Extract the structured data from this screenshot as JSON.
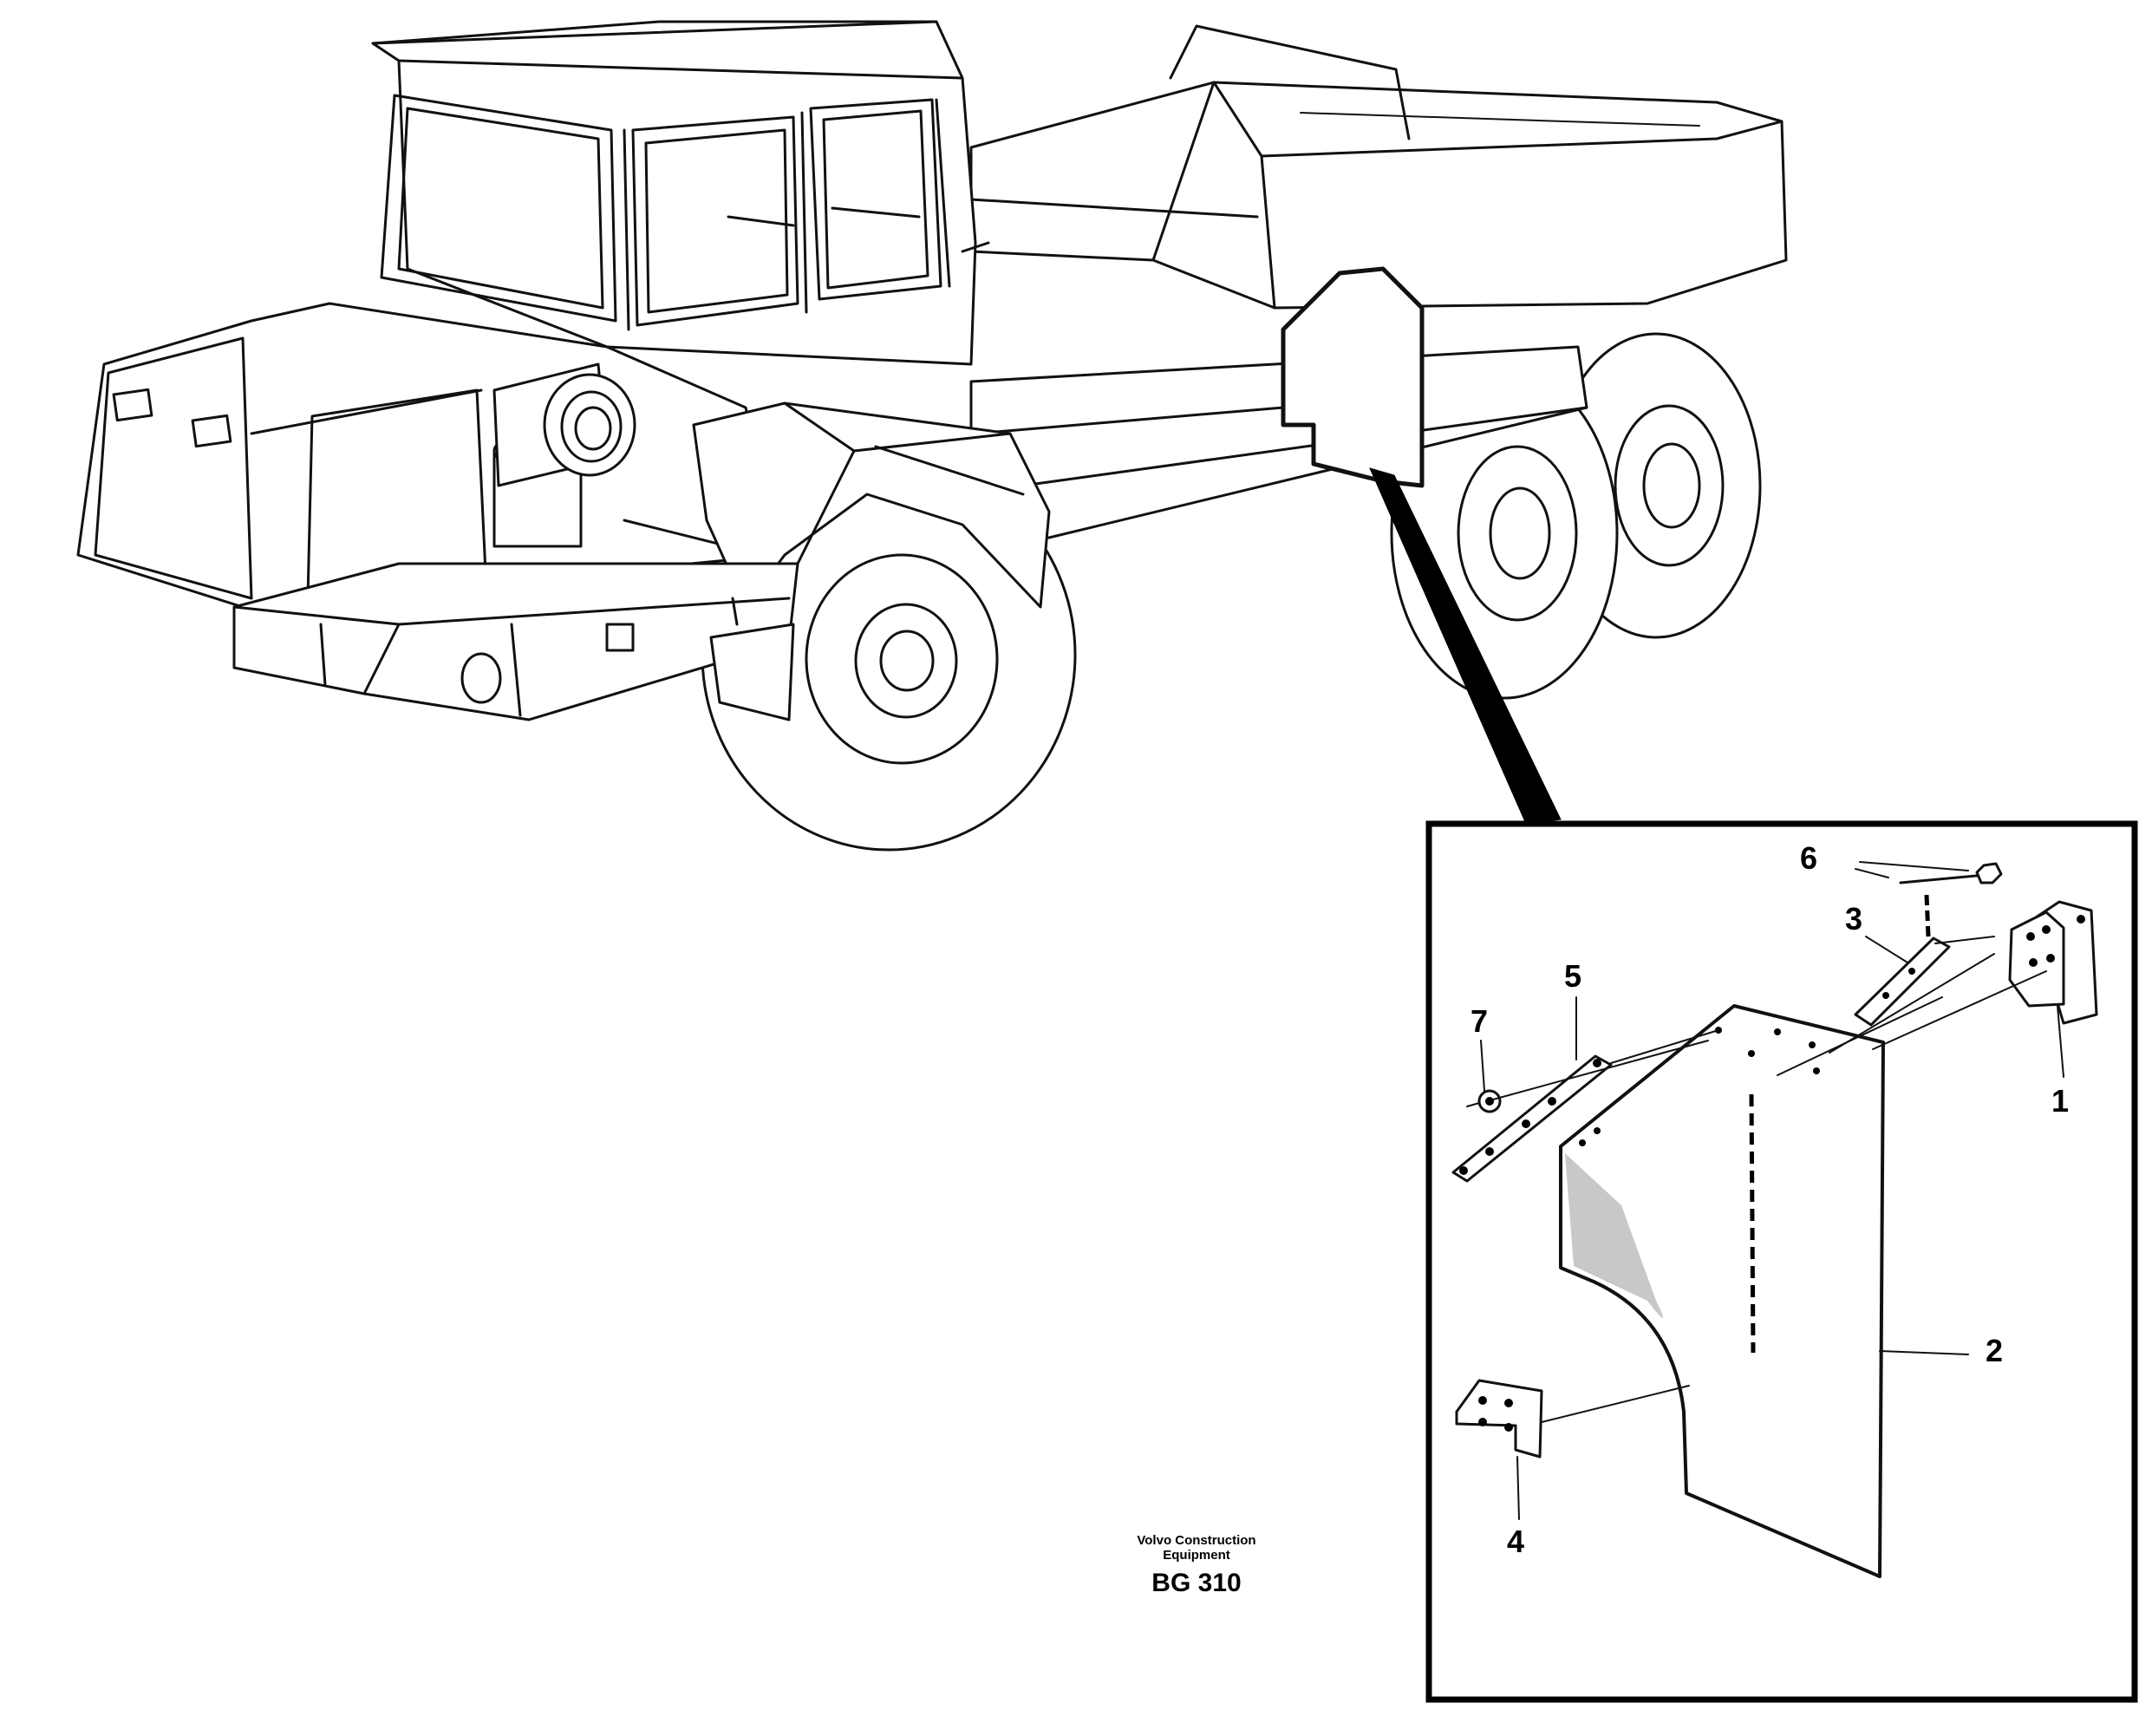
{
  "figure": {
    "subject": "Articulated dump truck with detail of mud flap assembly",
    "publisher": "Volvo Construction\nEquipment",
    "drawing_code": "BG 310"
  },
  "callouts": [
    {
      "id": "1",
      "label": "1"
    },
    {
      "id": "2",
      "label": "2"
    },
    {
      "id": "3",
      "label": "3"
    },
    {
      "id": "4",
      "label": "4"
    },
    {
      "id": "5",
      "label": "5"
    },
    {
      "id": "6",
      "label": "6"
    },
    {
      "id": "7",
      "label": "7"
    }
  ]
}
